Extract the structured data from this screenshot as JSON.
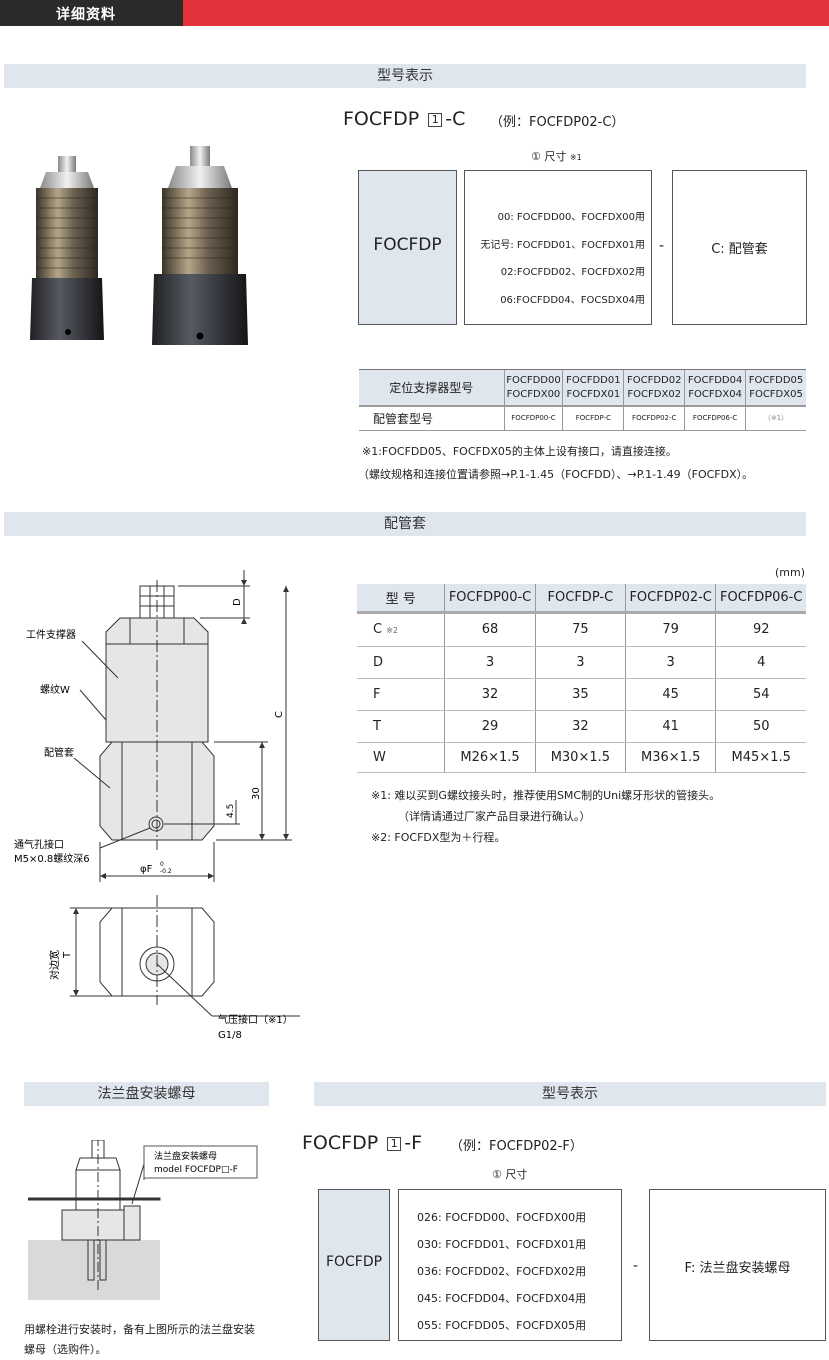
{
  "header": {
    "title": "详细资料"
  },
  "section1": {
    "bar_title": "型号表示",
    "model_prefix": "FOCFDP",
    "model_box": "1",
    "model_suffix": "-C",
    "example": "（例：FOCFDP02-C）",
    "size_label": "① 尺寸",
    "size_note": "※1",
    "left_box": "FOCFDP",
    "options": [
      "00: FOCFDD00、FOCFDX00用",
      "无记号: FOCFDD01、FOCFDX01用",
      "02:FOCFDD02、FOCFDX02用",
      "06:FOCFDD04、FOCSDX04用"
    ],
    "dash": "-",
    "right_box": "C: 配管套"
  },
  "table1": {
    "row1_label": "定位支撑器型号",
    "row1": [
      [
        "FOCFDD00",
        "FOCFDX00"
      ],
      [
        "FOCFDD01",
        "FOCFDX01"
      ],
      [
        "FOCFDD02",
        "FOCFDX02"
      ],
      [
        "FOCFDD04",
        "FOCFDX04"
      ],
      [
        "FOCFDD05",
        "FOCFDX05"
      ]
    ],
    "row2_label": "配管套型号",
    "row2": [
      "FOCFDP00-C",
      "FOCFDP-C",
      "FOCFDP02-C",
      "FOCFDP06-C",
      "（※1）"
    ]
  },
  "notes1": [
    "※1:FOCFDD05、FOCFDX05的主体上设有接口，请直接连接。",
    "（螺纹规格和连接位置请参照→P.1-1.45（FOCFDD）、→P.1-1.49（FOCFDX）。"
  ],
  "section2": {
    "bar_title": "配管套",
    "unit": "(mm)",
    "headers": [
      "型 号",
      "FOCFDP00-C",
      "FOCFDP-C",
      "FOCFDP02-C",
      "FOCFDP06-C"
    ],
    "rows": [
      {
        "label": "C",
        "sup": "※2",
        "values": [
          "68",
          "75",
          "79",
          "92"
        ]
      },
      {
        "label": "D",
        "sup": "",
        "values": [
          "3",
          "3",
          "3",
          "4"
        ]
      },
      {
        "label": "F",
        "sup": "",
        "values": [
          "32",
          "35",
          "45",
          "54"
        ]
      },
      {
        "label": "T",
        "sup": "",
        "values": [
          "29",
          "32",
          "41",
          "50"
        ]
      },
      {
        "label": "W",
        "sup": "",
        "values": [
          "M26×1.5",
          "M30×1.5",
          "M36×1.5",
          "M45×1.5"
        ]
      }
    ],
    "notes": [
      "※1: 难以买到G螺纹接头时，推荐使用SMC制的Uni螺牙形状的管接头。",
      "（详情请通过厂家产品目录进行确认。）",
      "※2: FOCFDX型为＋行程。"
    ]
  },
  "drawing": {
    "label_support": "工件支撑器",
    "label_thread": "螺纹W",
    "label_sleeve": "配管套",
    "label_vent1": "通气孔接口",
    "label_vent2": "M5×0.8螺纹深6",
    "dim_D": "D",
    "dim_C": "C",
    "dim_30": "30",
    "dim_45": "4.5",
    "dim_F": "φF",
    "tol_top": "0",
    "tol_bottom": "-0.2",
    "label_across1": "对边宽",
    "label_across2": "T",
    "label_air1": "气压接口（※1）",
    "label_air2": "G1/8"
  },
  "section3": {
    "bar_title": "法兰盘安装螺母",
    "callout1": "法兰盘安装螺母",
    "callout2": "model FOCFDP□-F",
    "note": [
      "用螺栓进行安装时，备有上图所示的法兰盘安装",
      "螺母（选购件）。"
    ]
  },
  "section4": {
    "bar_title": "型号表示",
    "model_prefix": "FOCFDP",
    "model_box": "1",
    "model_suffix": "-F",
    "example": "（例：FOCFDP02-F）",
    "size_label": "① 尺寸",
    "left_box": "FOCFDP",
    "options": [
      "026: FOCFDD00、FOCFDX00用",
      "030: FOCFDD01、FOCFDX01用",
      "036: FOCFDD02、FOCFDX02用",
      "045: FOCFDD04、FOCFDX04用",
      "055: FOCFDD05、FOCFDX05用"
    ],
    "dash": "-",
    "right_box": "F: 法兰盘安装螺母"
  }
}
